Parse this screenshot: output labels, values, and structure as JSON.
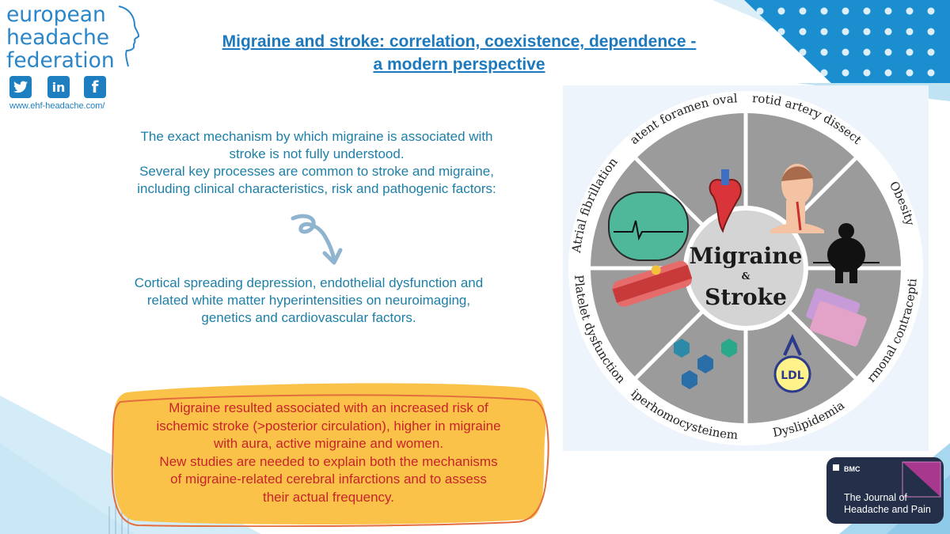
{
  "logo": {
    "line1": "european",
    "line2": "headache",
    "line3": "federation",
    "website": "www.ehf-headache.com/",
    "social_icons": [
      "twitter-icon",
      "linkedin-icon",
      "facebook-icon"
    ],
    "linkedin_glyph": "in",
    "facebook_glyph": "f"
  },
  "title": {
    "line1": "Migraine and stroke: correlation, coexistence, dependence -",
    "line2": "a modern perspective"
  },
  "intro": {
    "line1": "The exact mechanism by which migraine is associated with",
    "line2": "stroke is not fully understood.",
    "line3": "Several key processes are common to stroke and migraine,",
    "line4": "including clinical characteristics, risk and pathogenic factors:"
  },
  "processes": {
    "line1": "Cortical spreading depression, endothelial dysfunction and",
    "line2": "related white matter hyperintensities on neuroimaging,",
    "line3": "genetics and cardiovascular factors."
  },
  "conclusion": {
    "line1": "Migraine resulted associated with an increased risk of",
    "line2": "ischemic stroke (>posterior circulation), higher in migraine",
    "line3": "with aura, active migraine and women.",
    "line4": "New studies are needed to explain both the mechanisms",
    "line5": "of migraine-related cerebral infarctions and to assess",
    "line6": "their actual frequency."
  },
  "wheel": {
    "center_line1": "Migraine",
    "center_amp": "&",
    "center_line2": "Stroke",
    "segments": [
      {
        "label": "Patent foramen ovale",
        "icon": "heart-icon"
      },
      {
        "label": "Carotid artery dissection",
        "icon": "neck-artery-icon"
      },
      {
        "label": "Obesity",
        "icon": "obesity-icon"
      },
      {
        "label": "Hormonal contraceptives",
        "icon": "pill-pack-icon"
      },
      {
        "label": "Dyslipidemia",
        "icon": "ldl-icon"
      },
      {
        "label": "Hiperhomocysteinemia",
        "icon": "molecule-icon"
      },
      {
        "label": "Platelet dysfunction",
        "icon": "blood-vessel-icon"
      },
      {
        "label": "Atrial fibrillation",
        "icon": "ecg-icon"
      }
    ],
    "ldl_text": "LDL"
  },
  "bmc": {
    "label": "BMC",
    "journal_line1": "The Journal of",
    "journal_line2": "Headache and Pain"
  },
  "colors": {
    "brand_blue": "#1d7fc0",
    "title_blue": "#1d79bd",
    "text_teal": "#1d7fa8",
    "conclusion_red": "#c8232a",
    "box_yellow": "#fbc24a",
    "box_outline": "#e36d3f",
    "wheel_gray": "#9b9b9b",
    "bmc_navy": "#24304a",
    "bmc_magenta": "#a8388e"
  }
}
